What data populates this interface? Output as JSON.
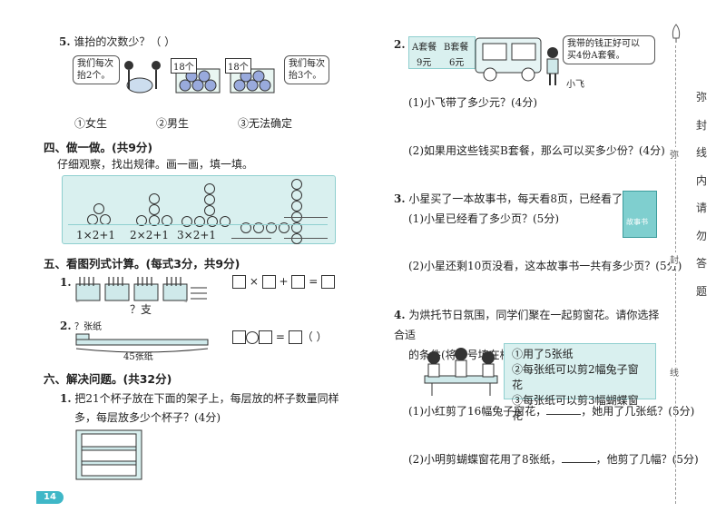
{
  "left": {
    "q5": {
      "number": "5.",
      "question": "谁抬的次数少？（ ）",
      "bubble_left": [
        "我们每次",
        "抬2个。"
      ],
      "bubble_right": [
        "我们每次",
        "抬3个。"
      ],
      "tag1": "18个",
      "tag2": "18个",
      "options": [
        "①女生",
        "②男生",
        "③无法确定"
      ]
    },
    "sec4": {
      "title": "四、做一做。(共9分)",
      "instruction": "仔细观察，找出规律。画一画，填一填。",
      "formulas": [
        "1×2+1",
        "2×2+1",
        "3×2+1"
      ]
    },
    "sec5": {
      "title": "五、看图列式计算。(每式3分，共9分)",
      "q1_number": "1.",
      "q1_caption": "？支",
      "q1_ops": [
        "×",
        "+",
        "="
      ],
      "q2_number": "2.",
      "q2_top_label": "？张纸",
      "q2_bottom_label": "45张纸",
      "q2_eq": "=",
      "q2_paren": "（   ）"
    },
    "sec6": {
      "title": "六、解决问题。(共32分)",
      "q1_number": "1.",
      "q1_text_line1": "把21个杯子放在下面的架子上，每层放的杯子数量同样",
      "q1_text_line2": "多，每层放多少个杯子？(4分)"
    },
    "page_number": "14"
  },
  "right": {
    "q2": {
      "number": "2.",
      "menu_a": "A套餐",
      "menu_b": "B套餐",
      "price_a": "9元",
      "price_b": "6元",
      "speech": [
        "我带的钱正好可以",
        "买4份A套餐。"
      ],
      "name": "小飞",
      "sub1": "(1)小飞带了多少元？(4分)",
      "sub2": "(2)如果用这些钱买B套餐，那么可以买多少份？(4分)"
    },
    "q3": {
      "number": "3.",
      "text": "小星买了一本故事书，每天看8页，已经看了9天。",
      "book_label": "故事书",
      "sub1": "(1)小星已经看了多少页？(5分)",
      "sub2": "(2)小星还剩10页没看，这本故事书一共有多少页？(5分)"
    },
    "q4": {
      "number": "4.",
      "text_line1": "为烘托节日氛围，同学们聚在一起剪窗花。请你选择合适",
      "text_line2": "的条件(将序号填在横线上)，并列式解答。",
      "conditions": [
        "①用了5张纸",
        "②每张纸可以剪2幅兔子窗花",
        "③每张纸可以剪3幅蝴蝶窗花"
      ],
      "sub1_a": "(1)小红剪了16幅兔子窗花，",
      "sub1_b": "，她用了几张纸？(5分)",
      "sub2_a": "(2)小明剪蝴蝶窗花用了8张纸，",
      "sub2_b": "，他剪了几幅？(5分)"
    }
  },
  "margin": {
    "chars": [
      "弥",
      "封",
      "线",
      "内",
      "请",
      "勿",
      "答",
      "题"
    ],
    "small_chars": [
      "弥",
      "封",
      "线"
    ]
  },
  "colors": {
    "teal": "#d9f0ef",
    "teal_border": "#8fcfcf",
    "page_badge": "#3fb7c7"
  }
}
